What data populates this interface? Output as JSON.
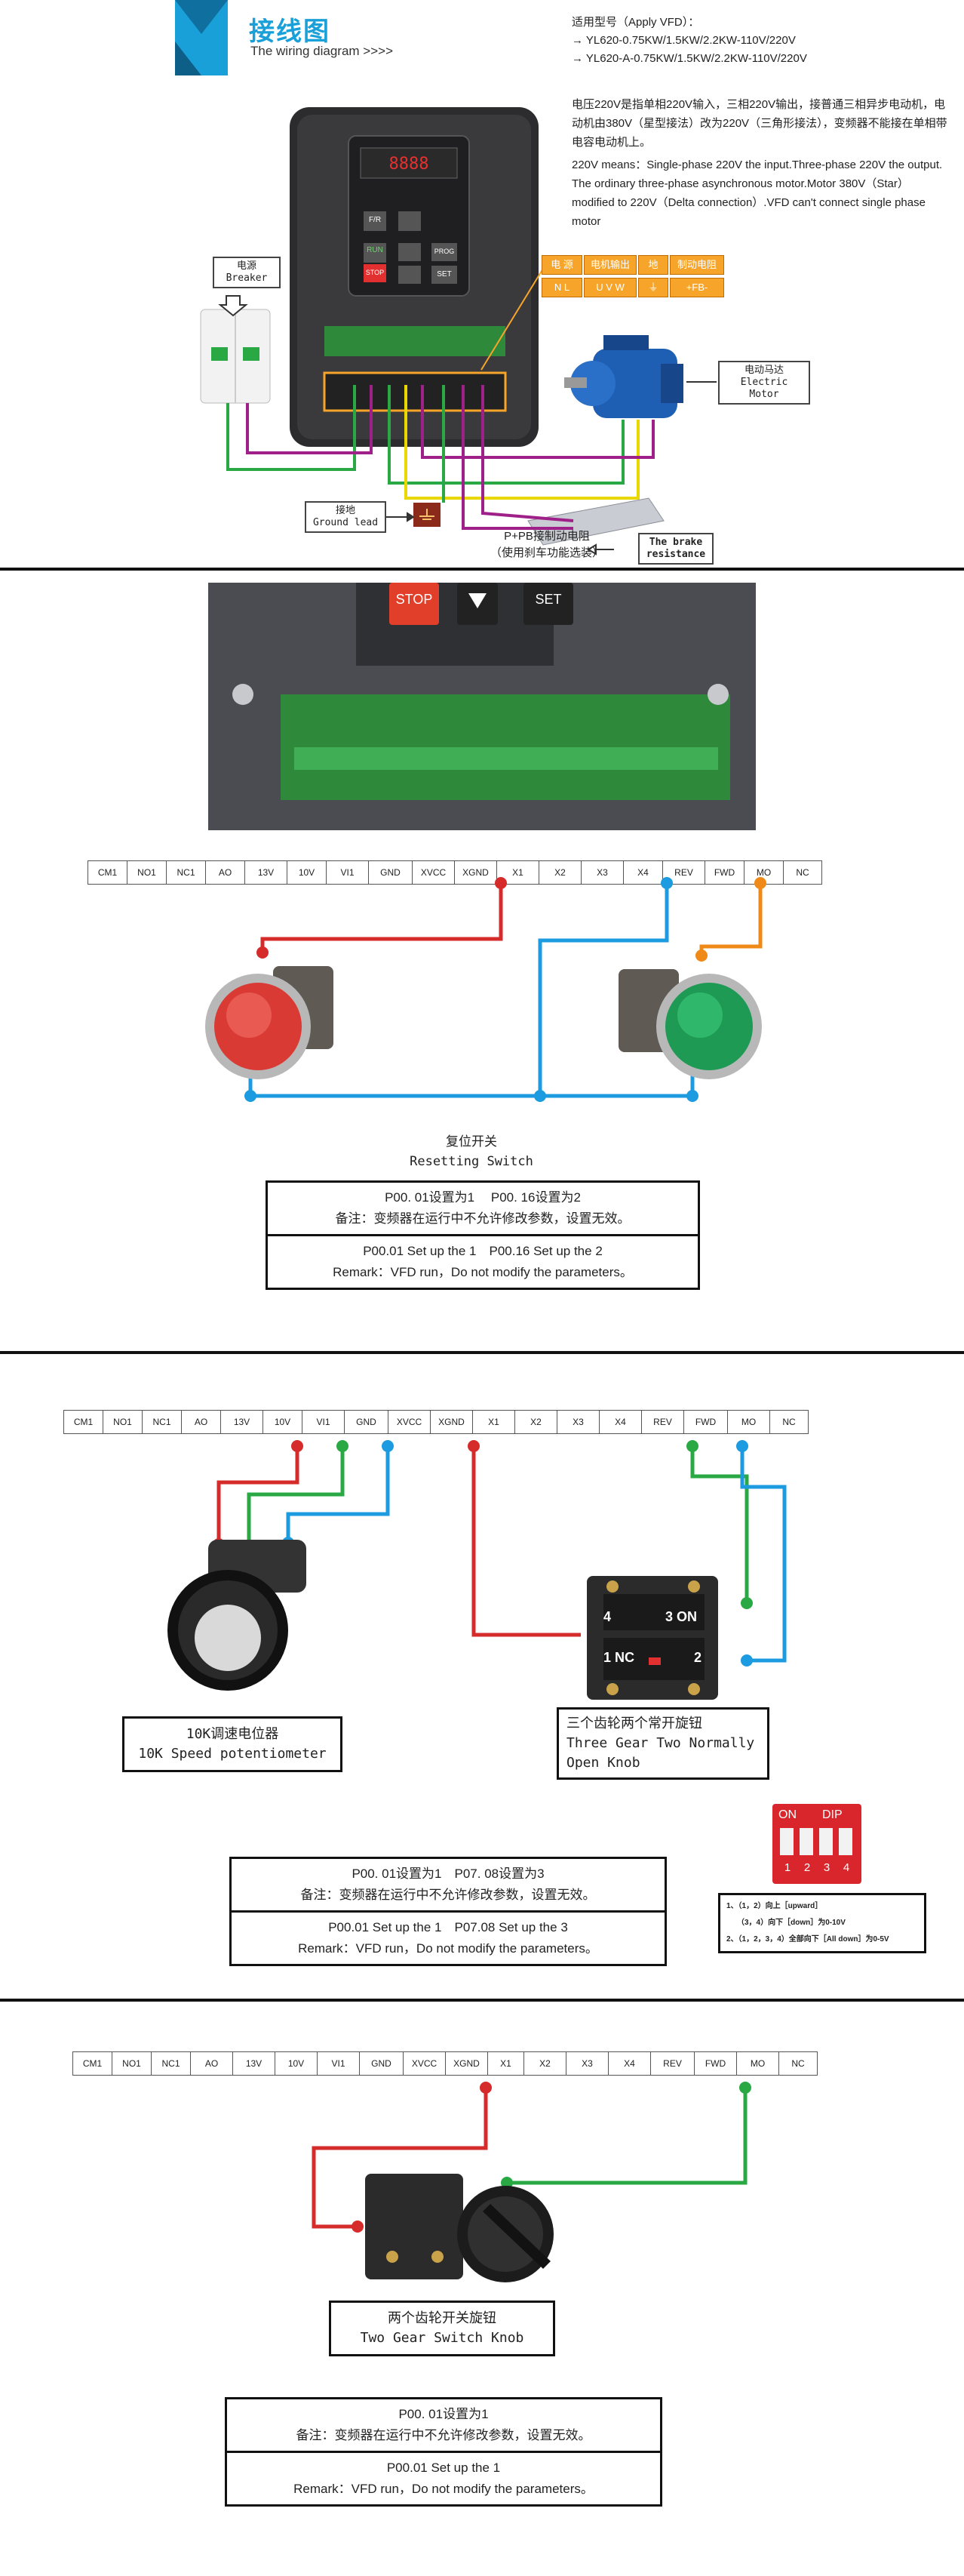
{
  "header": {
    "title_cn": "接线图",
    "title_en": "The wiring diagram >>>>",
    "apply_title": "适用型号（Apply VFD）：",
    "apply_models": [
      "→ YL620-0.75KW/1.5KW/2.2KW-110V/220V",
      "→ YL620-A-0.75KW/1.5KW/2.2KW-110V/220V"
    ],
    "desc_cn": "电压220V是指单相220V输入，三相220V输出，接普通三相异步电动机，电动机由380V（星型接法）改为220V（三角形接法），变频器不能接在单相带电容电动机上。",
    "desc_en": "220V means：Single-phase 220V the input.Three-phase 220V the output. The ordinary three-phase asynchronous motor.Motor 380V（Star）modified to 220V（Delta connection）.VFD can't connect single phase motor"
  },
  "top_diagram": {
    "breaker_cn": "电源",
    "breaker_en": "Breaker",
    "motor_cn": "电动马达",
    "motor_en": "Electric Motor",
    "ground_cn": "接地",
    "ground_en": "Ground lead",
    "brake_label_cn": "P+PB接制动电阻",
    "brake_note_cn": "（使用刹车功能选装）",
    "brake_res_en_1": "The brake",
    "brake_res_en_2": "resistance",
    "terminal_headers": [
      "电 源",
      "电机输出",
      "地",
      "制动电阻"
    ],
    "terminal_values": [
      "N L",
      "U V W",
      "⏚",
      "+FB-"
    ],
    "keypad": {
      "fr": "F/R",
      "run": "RUN",
      "stop": "STOP",
      "prog": "PROG",
      "set": "SET"
    }
  },
  "closeup": {
    "stop_label": "STOP",
    "set_label": "SET"
  },
  "terminals": [
    "CM1",
    "NO1",
    "NC1",
    "AO",
    "13V",
    "10V",
    "VI1",
    "GND",
    "XVCC",
    "XGND",
    "X1",
    "X2",
    "X3",
    "X4",
    "REV",
    "FWD",
    "MO",
    "NC"
  ],
  "section1": {
    "caption_cn": "复位开关",
    "caption_en": "Resetting Switch",
    "param_cn_1": "P00. 01设置为1　 P00. 16设置为2",
    "param_cn_2": "备注：变频器在运行中不允许修改参数，设置无效。",
    "param_en_1": "P00.01 Set up the 1　P00.16 Set up the 2",
    "param_en_2": "Remark：VFD run，Do not modify the parameters。"
  },
  "section2": {
    "pot_cn": "10K调速电位器",
    "pot_en": "10K Speed potentiometer",
    "knob_cn": "三个齿轮两个常开旋钮",
    "knob_en_1": "Three Gear Two Normally",
    "knob_en_2": "Open Knob",
    "knob_on": "3 ON",
    "knob_nc": "1 NC",
    "knob_2": "2",
    "knob_4": "4",
    "dip_on": "ON",
    "dip_label": "DIP",
    "dip_numbers": [
      "1",
      "2",
      "3",
      "4"
    ],
    "dip_note_1": "1、（1，2）向上［upward］",
    "dip_note_2": "（3，4）向下［down］为0-10V",
    "dip_note_3": "2、（1，2，3，4）全部向下［All down］为0-5V",
    "param_cn_1": "P00. 01设置为1　P07. 08设置为3",
    "param_cn_2": "备注：变频器在运行中不允许修改参数，设置无效。",
    "param_en_1": "P00.01 Set up the 1　P07.08 Set up the 3",
    "param_en_2": "Remark：VFD run，Do not modify the parameters。"
  },
  "section3": {
    "caption_cn": "两个齿轮开关旋钮",
    "caption_en": "Two Gear Switch Knob",
    "param_cn_1": "P00. 01设置为1",
    "param_cn_2": "备注：变频器在运行中不允许修改参数，设置无效。",
    "param_en_1": "P00.01 Set up the 1",
    "param_en_2": "Remark：VFD run，Do not modify the parameters。"
  },
  "colors": {
    "accent_blue": "#1aa0d8",
    "wire_red": "#d62b2b",
    "wire_blue": "#1d9be0",
    "wire_green": "#2aa843",
    "wire_orange": "#ef8a18",
    "wire_purple": "#a0208a",
    "wire_yellow": "#e8d800",
    "terminal_orange": "#f7a52a"
  }
}
